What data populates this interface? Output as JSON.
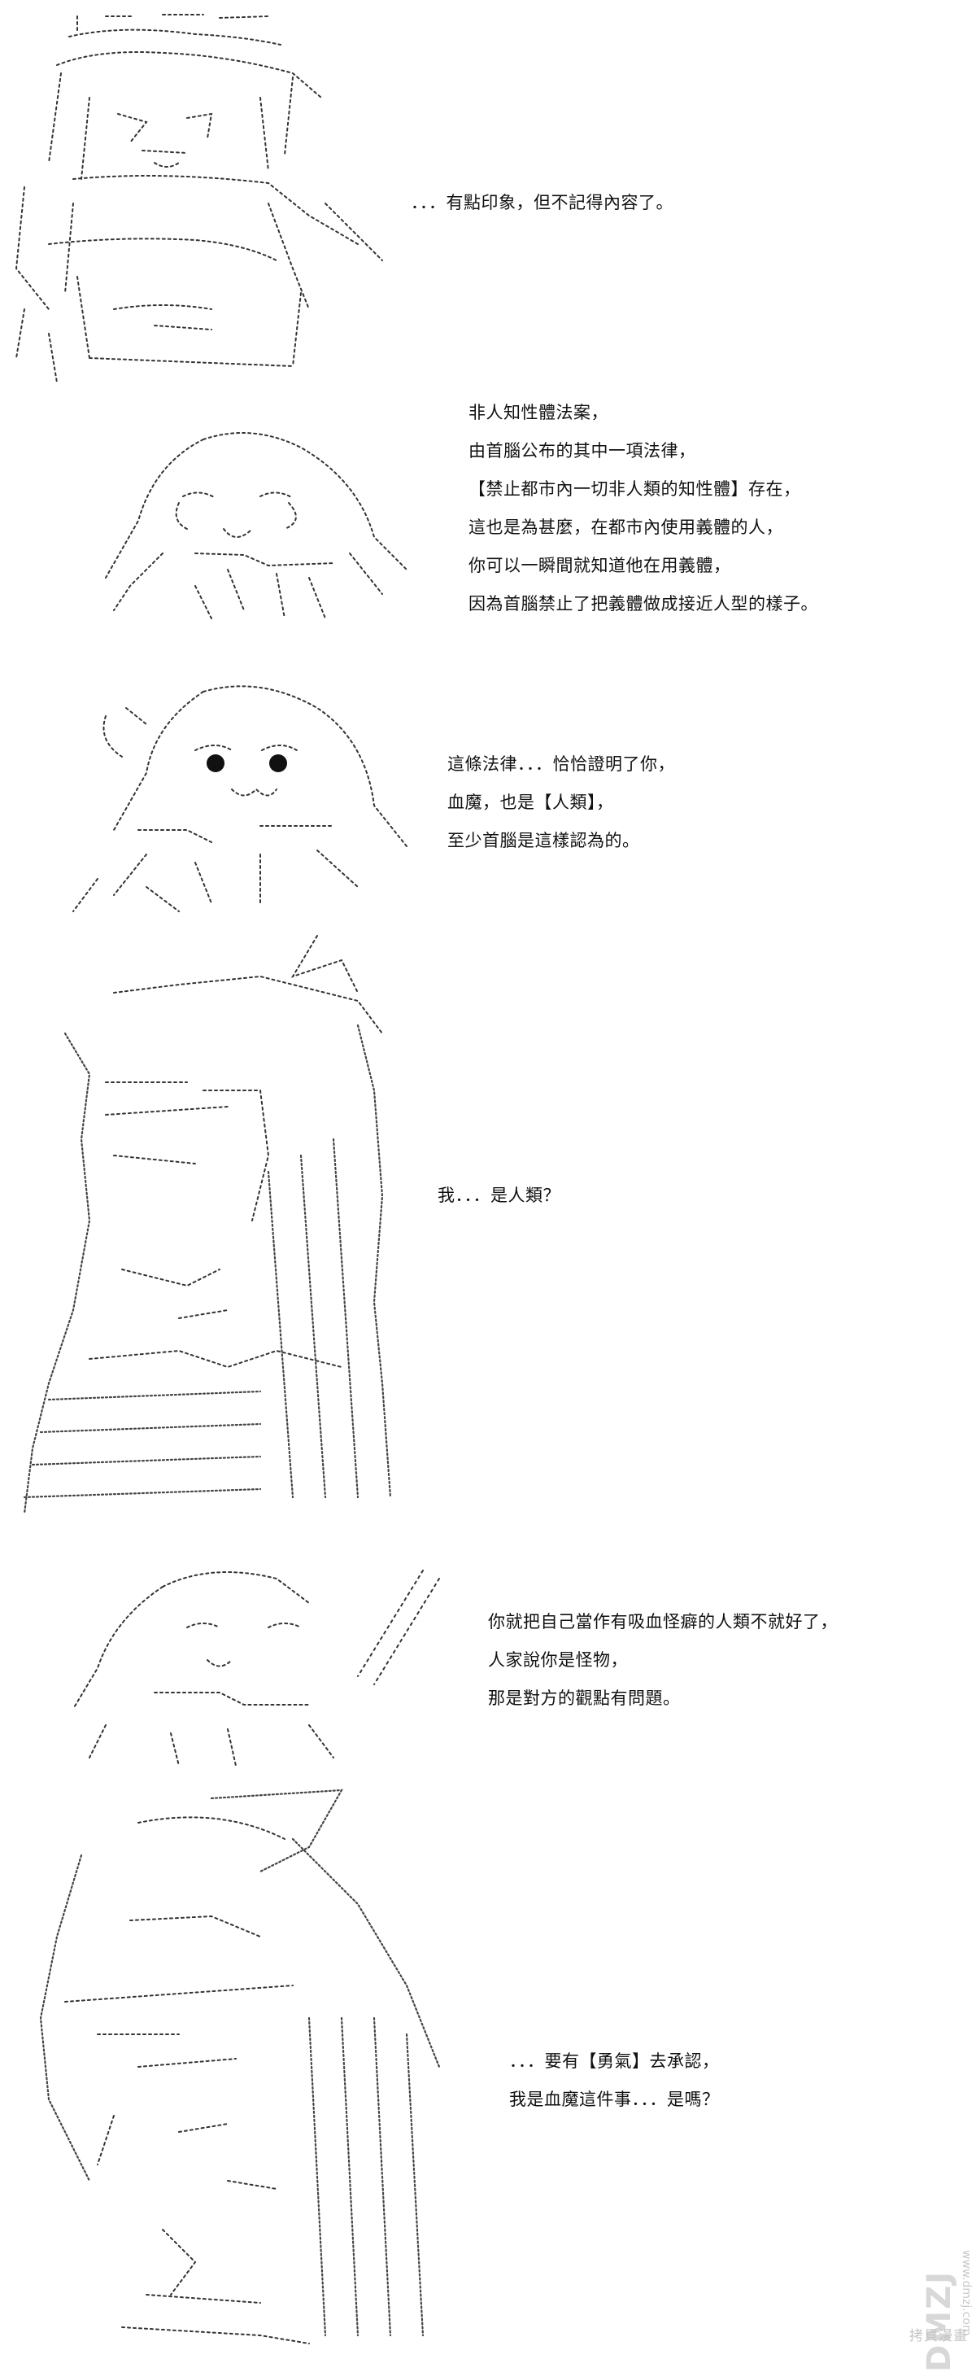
{
  "panels": [
    {
      "lines": [
        "．．．有點印象，但不記得內容了。"
      ]
    },
    {
      "lines": [
        "非人知性體法案，",
        "由首腦公布的其中一項法律，",
        "【禁止都市內一切非人類的知性體】存在，",
        "這也是為甚麼，在都市內使用義體的人，",
        "你可以一瞬間就知道他在用義體，",
        "因為首腦禁止了把義體做成接近人型的樣子。"
      ]
    },
    {
      "lines": [
        "這條法律．．．恰恰證明了你，",
        "血魔，也是【人類】，",
        "至少首腦是這樣認為的。"
      ]
    },
    {
      "lines": [
        "我．．．是人類？"
      ]
    },
    {
      "lines": [
        "你就把自己當作有吸血怪癖的人類不就好了，",
        "人家說你是怪物，",
        "那是對方的觀點有問題。"
      ]
    },
    {
      "lines": [
        "．．．要有【勇氣】去承認，",
        "我是血魔這件事．．．是嗎？"
      ]
    }
  ],
  "watermark": {
    "logo": "DMZJ",
    "url": "www.dmzj.com",
    "text": "拷貝漫畫"
  }
}
